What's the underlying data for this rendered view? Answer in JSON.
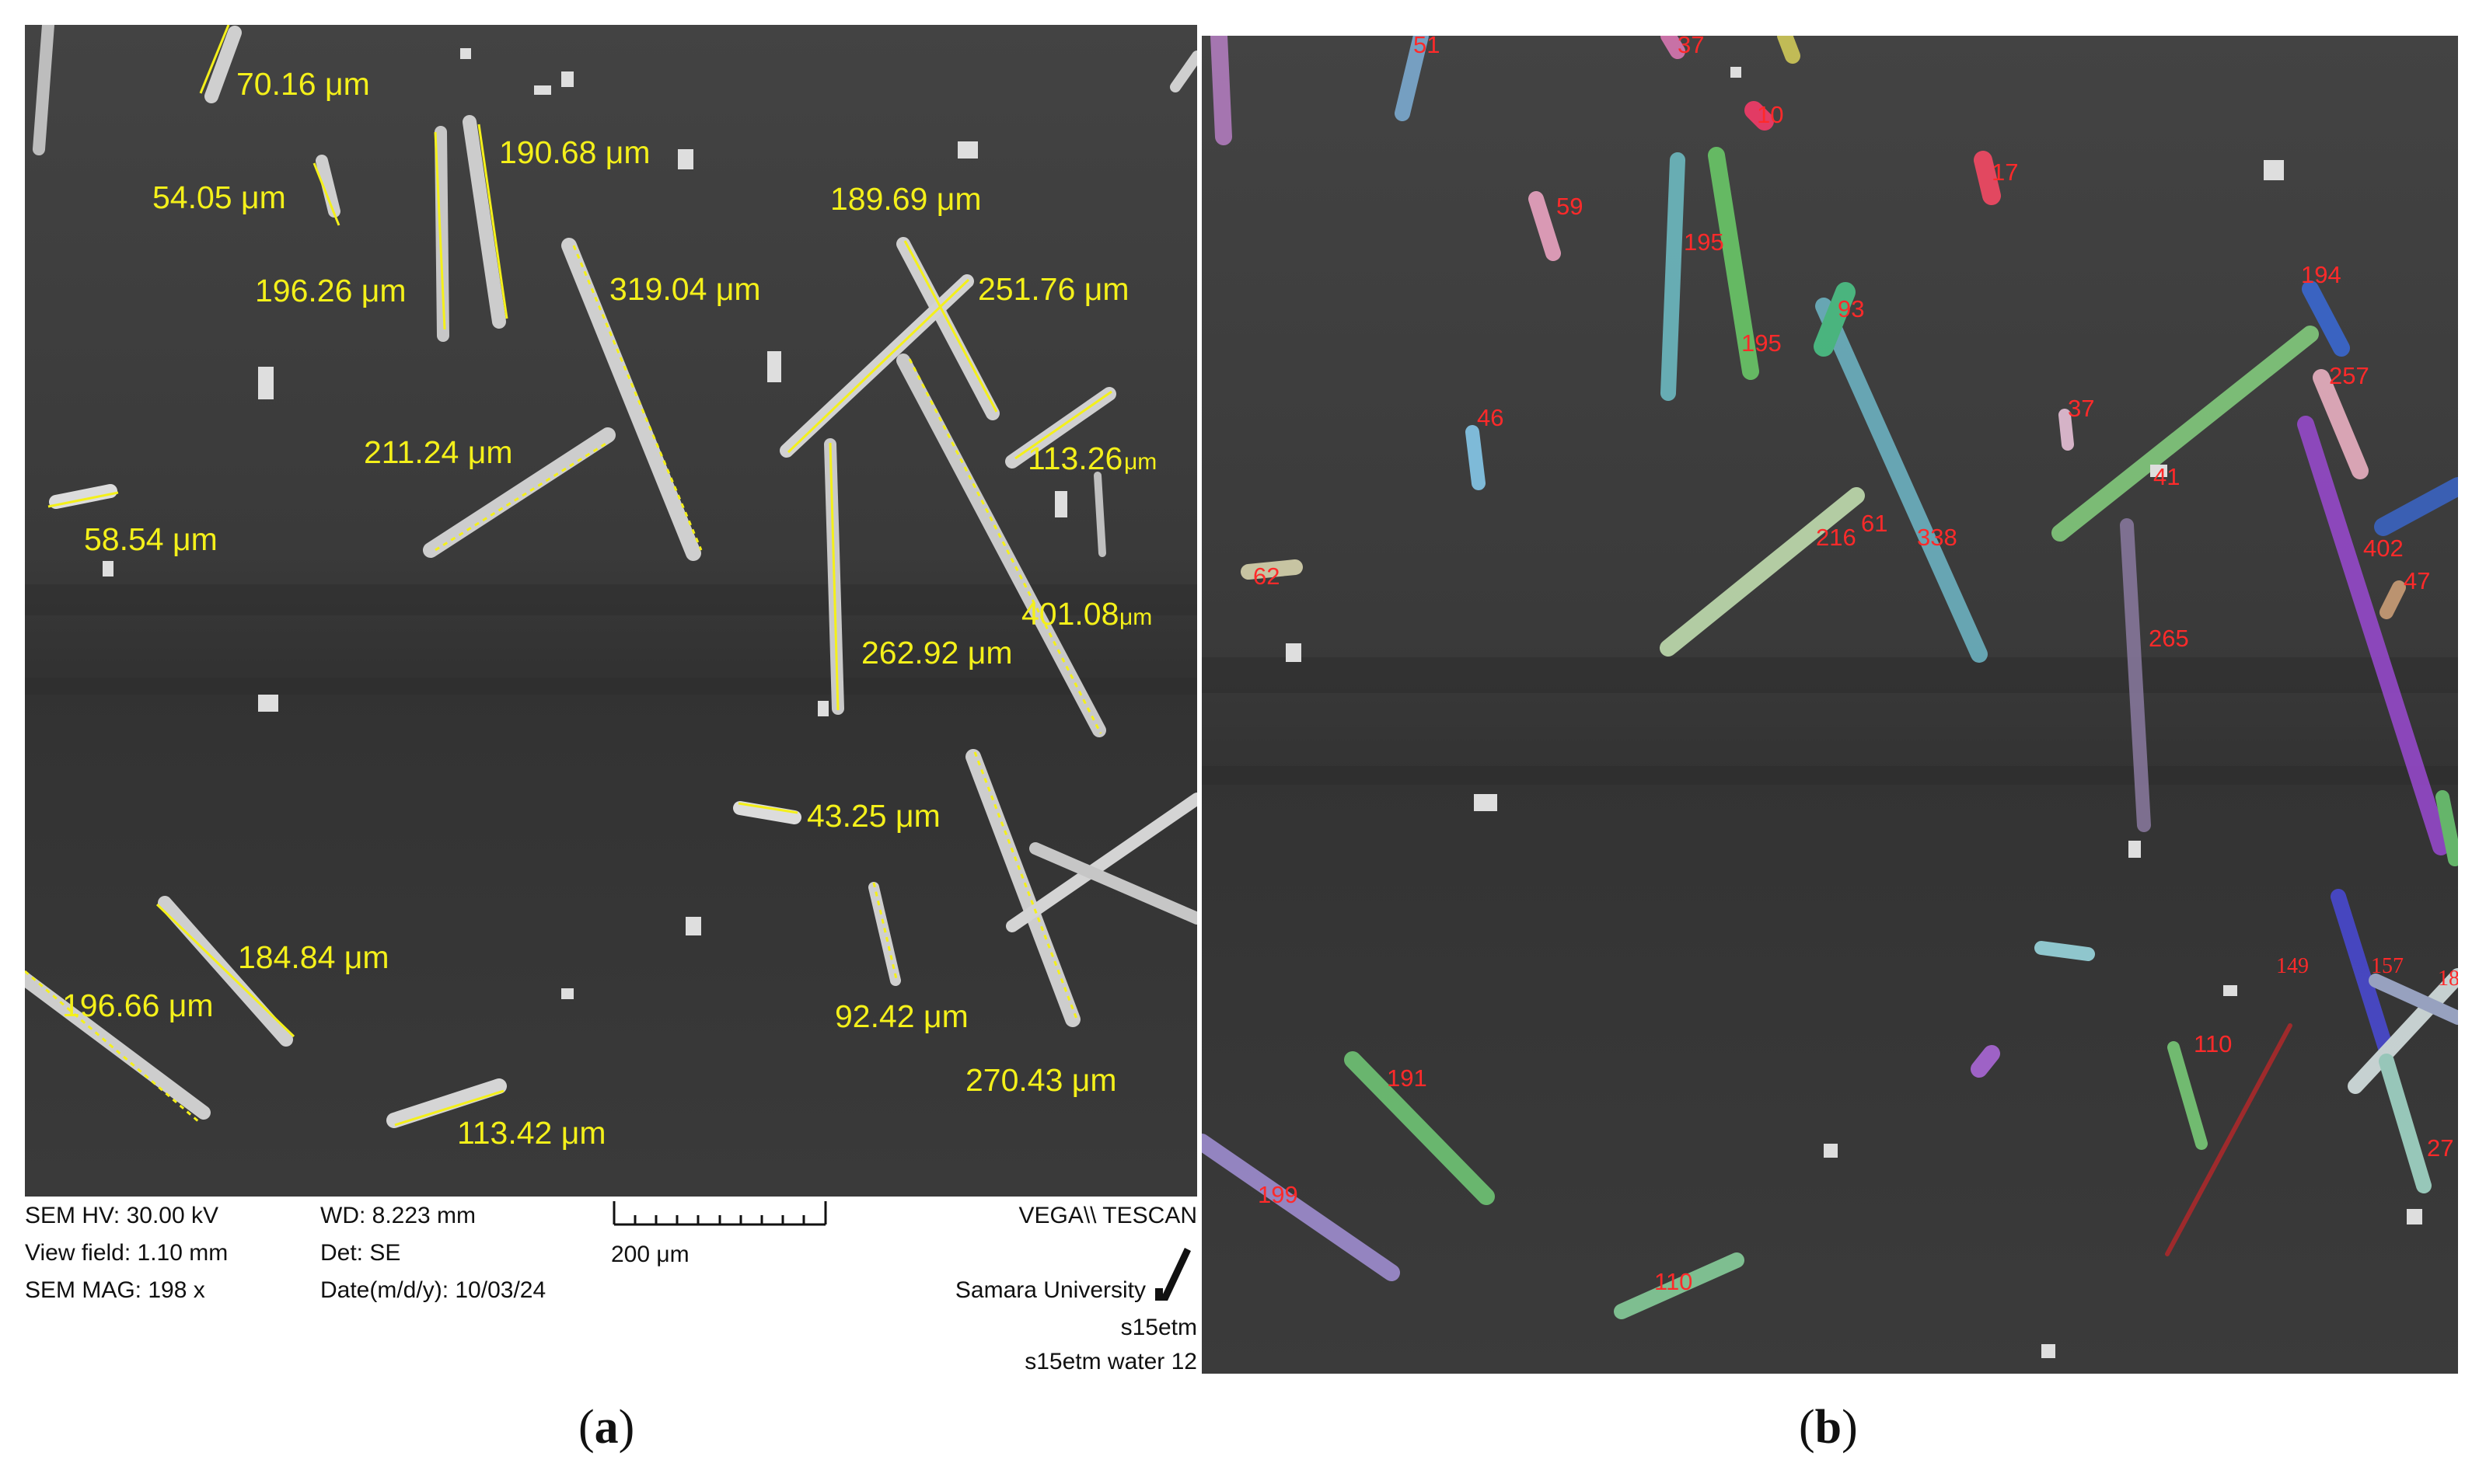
{
  "panel_a": {
    "measurements": [
      "70.16 μm",
      "190.68 μm",
      "54.05 μm",
      "189.69 μm",
      "196.26 μm",
      "319.04 μm",
      "251.76 μm",
      "211.24 μm",
      "113.26",
      "μm",
      "58.54 μm",
      "401.08",
      "μm",
      "262.92 μm",
      "43.25 μm",
      "184.84 μm",
      "196.66 μm",
      "92.42 μm",
      "270.43 μm",
      "113.42 μm"
    ],
    "info": {
      "sem_hv": "SEM HV: 30.00 kV",
      "view_field": "View field: 1.10 mm",
      "sem_mag": "SEM MAG: 198 x",
      "wd": "WD: 8.223 mm",
      "det": "Det: SE",
      "date": "Date(m/d/y): 10/03/24",
      "scale_label": "200 μm",
      "brand": "VEGA\\\\ TESCAN",
      "university": "Samara University",
      "user": "s15etm",
      "sample": "s15etm water 12"
    }
  },
  "panel_b": {
    "labels": [
      "51",
      "37",
      "10",
      "59",
      "195",
      "195",
      "93",
      "17",
      "46",
      "194",
      "257",
      "37",
      "41",
      "338",
      "216",
      "61",
      "62",
      "402",
      "47",
      "265",
      "149",
      "157",
      "18",
      "110",
      "27",
      "191",
      "199",
      "110"
    ]
  },
  "captions": {
    "a": "a",
    "b": "b"
  },
  "colors": {
    "background": "#3b3b3b",
    "measurement": "#f4f01a",
    "label": "#ff2a2a"
  }
}
